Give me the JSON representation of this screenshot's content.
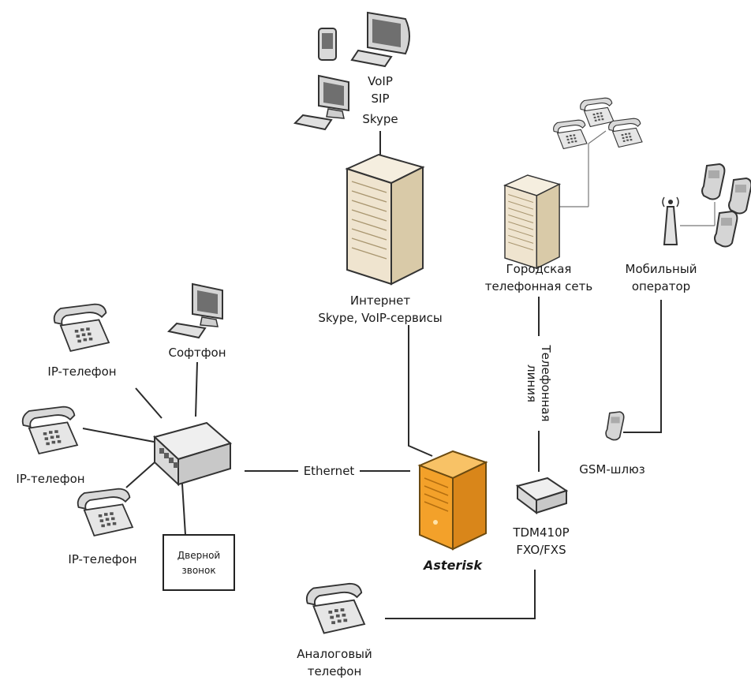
{
  "labels": {
    "voip": "VoIP",
    "sip": "SIP",
    "skype": "Skype",
    "internet_line1": "Интернет",
    "internet_line2": "Skype, VoIP-сервисы",
    "city_line1": "Городская",
    "city_line2": "телефонная сеть",
    "mobile_line1": "Мобильный",
    "mobile_line2": "оператор",
    "phone_line1": "Телефонная",
    "phone_line2": "линия",
    "gsm": "GSM-шлюз",
    "ethernet": "Ethernet",
    "asterisk": "Asterisk",
    "tdm_line1": "TDM410P",
    "tdm_line2": "FXO/FXS",
    "softphone": "Софтфон",
    "ip_phone_1": "IP-телефон",
    "ip_phone_2": "IP-телефон",
    "ip_phone_3": "IP-телефон",
    "door_line1": "Дверной",
    "door_line2": "звонок",
    "analog_line1": "Аналоговый",
    "analog_line2": "телефон"
  },
  "colors": {
    "asterisk_fill": "#f3a12a",
    "server_fill": "#efe4cf",
    "line": "#2b2b2b"
  },
  "icons": [
    "pda-icon",
    "monitor-icon",
    "computer-icon",
    "server-icon",
    "desk-phone-icon",
    "cell-phone-icon",
    "antenna-icon",
    "switch-icon",
    "gateway-card-icon",
    "door-bell-box"
  ]
}
